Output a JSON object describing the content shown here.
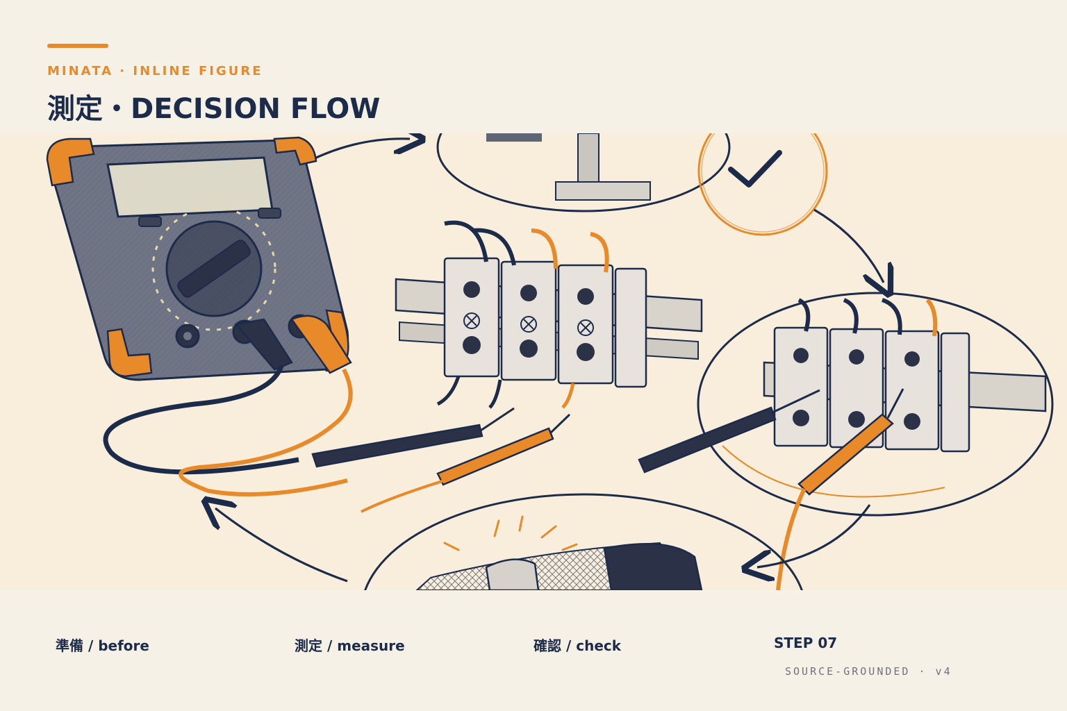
{
  "header": {
    "eyebrow": "MINATA · INLINE FIGURE",
    "title": "測定・DECISION FLOW"
  },
  "figure": {
    "icons": [
      "multimeter-icon",
      "terminal-block-icon",
      "probe-icon",
      "check-icon",
      "cable-icon",
      "flow-arrow-icon"
    ]
  },
  "steps": [
    {
      "label": "準備 / before"
    },
    {
      "label": "測定 / measure"
    },
    {
      "label": "確認 / check"
    },
    {
      "label": "STEP 07"
    }
  ],
  "footer": {
    "meta": "SOURCE-GROUNDED · v4"
  },
  "colors": {
    "accent": "#e8892a",
    "ink": "#1d2b4a",
    "paper": "#f8eedb",
    "background": "#f6f1e6"
  }
}
